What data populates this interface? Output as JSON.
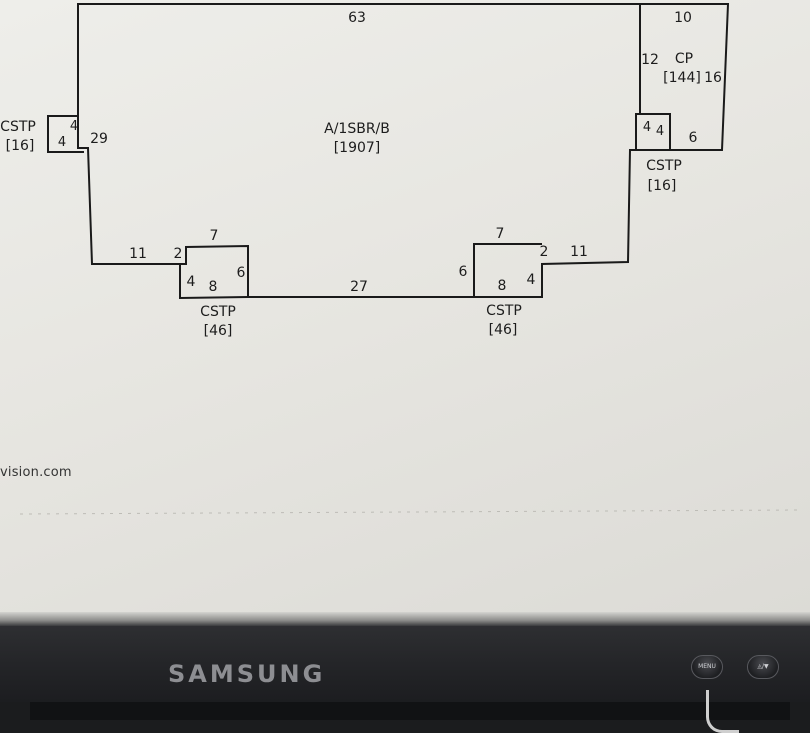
{
  "main": {
    "name": "A/1SBR/B",
    "area": "[1907]",
    "edges": {
      "top": "63",
      "left": "29",
      "bottom": "27",
      "left_step_bottom": "11",
      "left_step_riser": "2",
      "right_step_bottom": "11",
      "right_step_riser": "2",
      "right_upper": "12"
    }
  },
  "rooms": [
    {
      "id": "cp",
      "name": "CP",
      "area": "[144]",
      "edges": {
        "top": "10",
        "right": "16",
        "bottom": "6",
        "left": "12"
      }
    },
    {
      "id": "cstp-left",
      "name": "CSTP",
      "area": "[16]",
      "edges": {
        "a": "4",
        "b": "4"
      }
    },
    {
      "id": "cstp-right-top",
      "name": "CSTP",
      "area": "[16]",
      "edges": {
        "a": "4",
        "b": "4"
      }
    },
    {
      "id": "cstp-bottom-left",
      "name": "CSTP",
      "area": "[46]",
      "edges": {
        "top": "7",
        "left": "4",
        "bottom": "8",
        "right": "6"
      }
    },
    {
      "id": "cstp-bottom-right",
      "name": "CSTP",
      "area": "[46]",
      "edges": {
        "top": "7",
        "left": "6",
        "bottom": "8",
        "right": "4"
      }
    }
  ],
  "footer": {
    "text": "vision.com"
  },
  "monitor": {
    "brand": "SAMSUNG",
    "buttons": [
      {
        "label": "MENU"
      },
      {
        "label": "◬/▼"
      }
    ]
  }
}
